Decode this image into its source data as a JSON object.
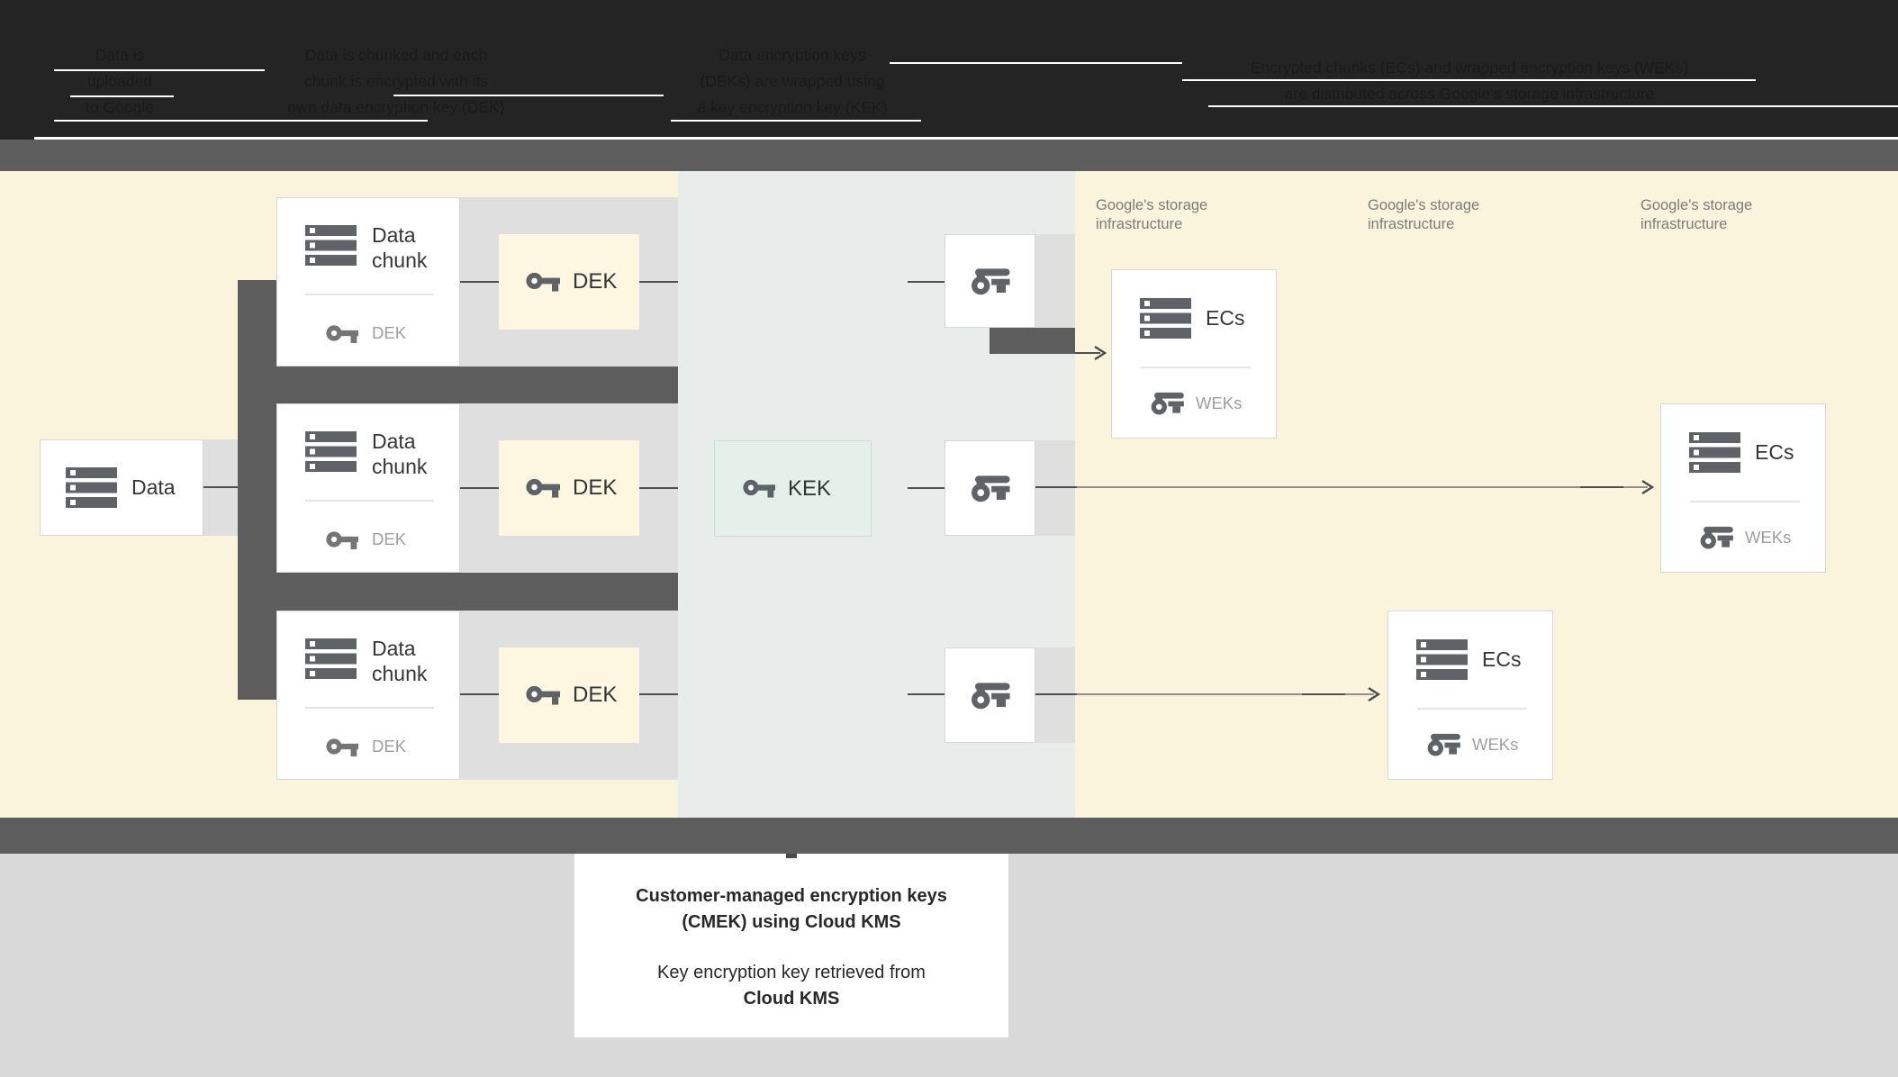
{
  "header": {
    "steps": [
      {
        "lines": [
          "Data is",
          "uploaded",
          "to Google"
        ]
      },
      {
        "lines": [
          "Data is chunked and each",
          "chunk is encrypted with its",
          "own data encryption key (DEK)"
        ]
      },
      {
        "lines": [
          "Data encryption keys",
          "(DEKs) are wrapped using",
          "a key encryption key (KEK)"
        ]
      },
      {
        "lines": [
          "Encrypted chunks (ECs) and wrapped encryption keys (WEKs)",
          "are distributed across Google's storage infrastructure"
        ]
      }
    ]
  },
  "diagram": {
    "source": {
      "label": "Data"
    },
    "chunk_boxes": [
      {
        "title": "Data chunk",
        "key_label": "DEK"
      },
      {
        "title": "Data chunk",
        "key_label": "DEK"
      },
      {
        "title": "Data chunk",
        "key_label": "DEK"
      }
    ],
    "dek_boxes": [
      {
        "label": "DEK"
      },
      {
        "label": "DEK"
      },
      {
        "label": "DEK"
      }
    ],
    "kek_box": {
      "label": "KEK"
    },
    "storage_zones": [
      {
        "label_line1": "Google's storage",
        "label_line2": "infrastructure"
      },
      {
        "label_line1": "Google's storage",
        "label_line2": "infrastructure"
      },
      {
        "label_line1": "Google's storage",
        "label_line2": "infrastructure"
      }
    ],
    "ec_boxes": [
      {
        "title": "ECs",
        "key_label": "WEKs"
      },
      {
        "title": "ECs",
        "key_label": "WEKs"
      },
      {
        "title": "ECs",
        "key_label": "WEKs"
      }
    ]
  },
  "footer": {
    "caption": {
      "bold_line1": "Customer-managed encryption keys",
      "bold_line2": "(CMEK) using Cloud KMS",
      "line3": "Key encryption key retrieved from",
      "bold_line4": "Cloud KMS"
    }
  },
  "colors": {
    "header-bg": "#242424",
    "header-text": "#1a1a1a",
    "band": "#5d5d5d",
    "cream": "#fbf4dc",
    "kms": "#e8eceb",
    "lgray": "#dfdfdf",
    "dek-fill": "#fdf6e1",
    "kek-fill": "#e4f0e9",
    "kek-border": "#d3d9d3",
    "box-border": "#d7d7d7",
    "icon": "#5f6368",
    "muted": "#9e9e9e",
    "storage-text": "#7b7b7b",
    "text": "#333538",
    "line": "#4f4f4f",
    "line-light": "#8f8f8f",
    "footer-bg": "#d9d9d9",
    "caption": "#282828"
  }
}
